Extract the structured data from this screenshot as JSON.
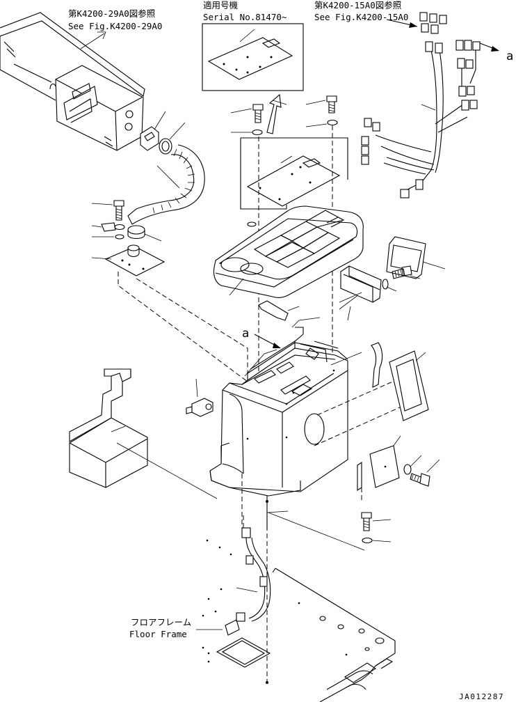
{
  "labels": {
    "ref_29a0_jp": "第K4200-29A0図参照",
    "ref_29a0_en": "See Fig.K4200-29A0",
    "serial_jp": "適用号機",
    "serial_en": "Serial No.81470~",
    "ref_15a0_jp": "第K4200-15A0図参照",
    "ref_15a0_en": "See Fig.K4200-15A0",
    "view_arrow_a_top": "a",
    "view_arrow_a_mid": "a",
    "floor_frame_jp": "フロアフレーム",
    "floor_frame_en": "Floor Frame",
    "drawing_code": "JA012287"
  }
}
